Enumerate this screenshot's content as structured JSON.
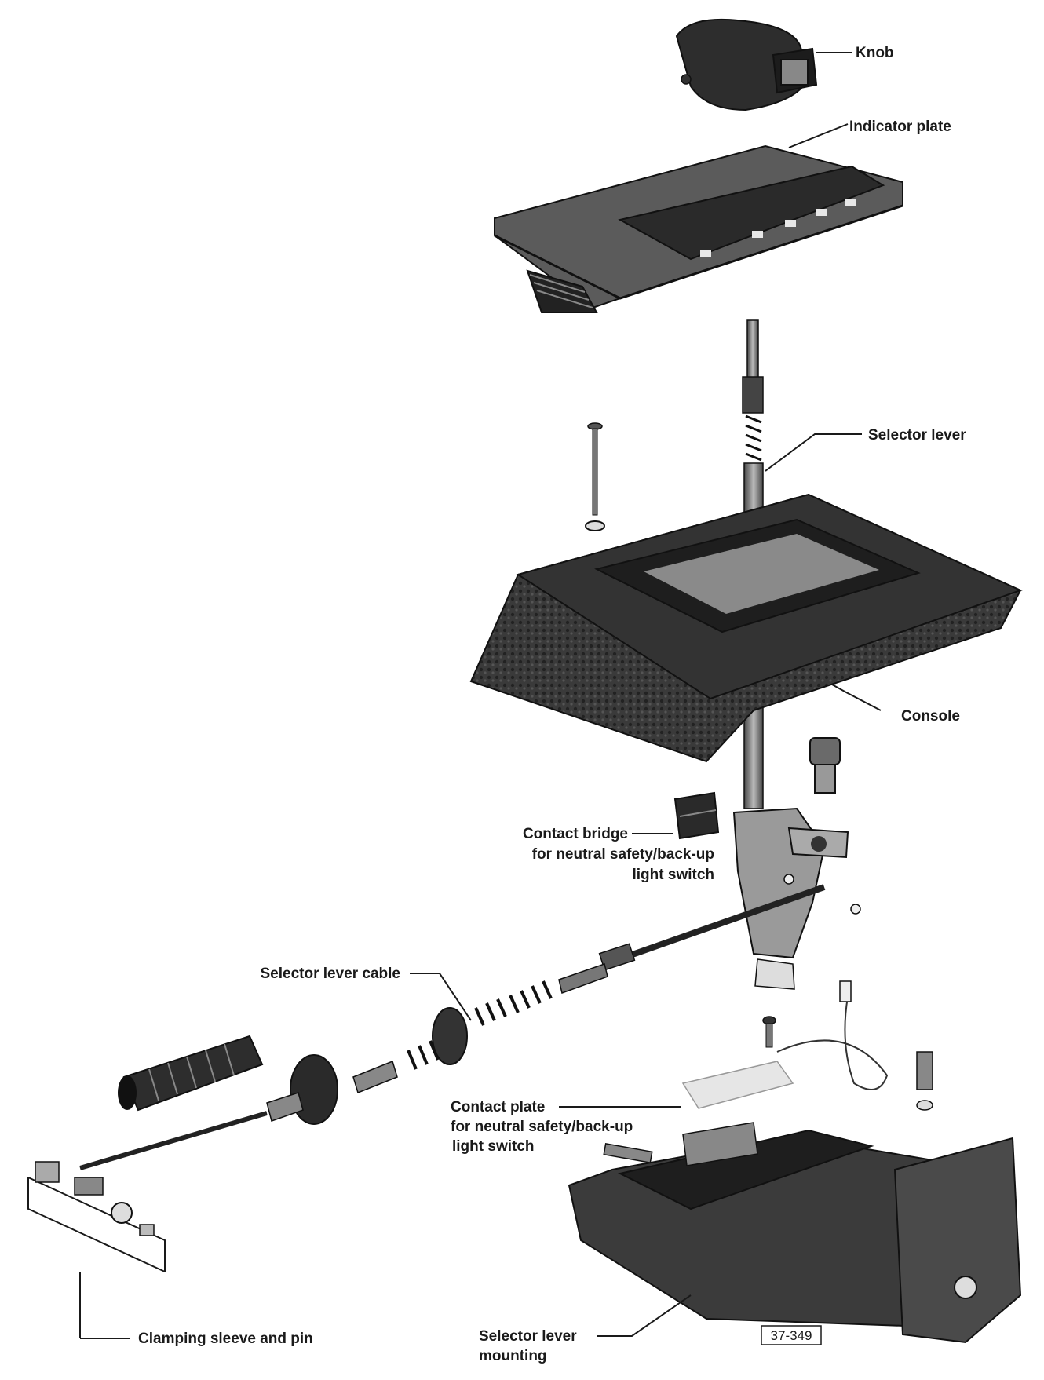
{
  "labels": {
    "knob": "Knob",
    "indicator_plate": "Indicator plate",
    "selector_lever": "Selector lever",
    "console": "Console",
    "contact_bridge_1": "Contact bridge",
    "contact_bridge_2": "for neutral safety/back-up",
    "contact_bridge_3": "light switch",
    "selector_lever_cable": "Selector lever cable",
    "contact_plate_1": "Contact plate",
    "contact_plate_2": "for neutral safety/back-up",
    "contact_plate_3": "light switch",
    "clamping_sleeve": "Clamping sleeve and pin",
    "mounting_1": "Selector lever",
    "mounting_2": "mounting"
  },
  "figure_number": "37-349"
}
